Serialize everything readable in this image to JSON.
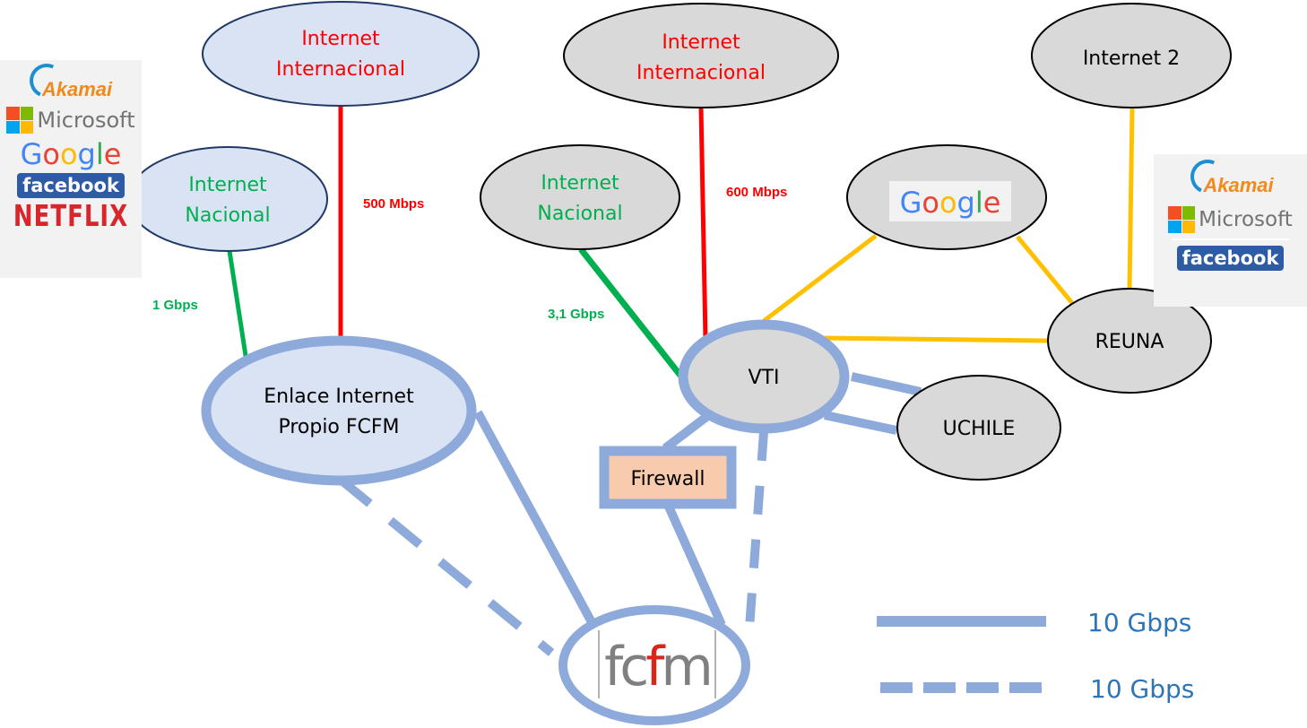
{
  "colors": {
    "link_10g": "#8eaadb",
    "link_international": "#ff0000",
    "link_national": "#00b050",
    "link_academic": "#ffc000",
    "node_fcfm_fill": "#dae3f3",
    "node_gray_fill": "#d9d9d9",
    "node_fcfm_border": "#203864",
    "text_international": "#ff0000",
    "text_national": "#00b050",
    "text_dark": "#000000",
    "legend_text": "#2e75b6",
    "firewall_fill": "#f8cbad"
  },
  "nodes": {
    "intl_left": {
      "line1": "Internet",
      "line2": "Internacional"
    },
    "natl_left": {
      "line1": "Internet",
      "line2": "Nacional"
    },
    "enlace": {
      "line1": "Enlace Internet",
      "line2": "Propio FCFM"
    },
    "intl_right": {
      "line1": "Internet",
      "line2": "Internacional"
    },
    "natl_right": {
      "line1": "Internet",
      "line2": "Nacional"
    },
    "google": {
      "label": "Google"
    },
    "internet2": {
      "label": "Internet 2"
    },
    "reuna": {
      "label": "REUNA"
    },
    "vti": {
      "label": "VTI"
    },
    "uchile": {
      "label": "UCHILE"
    },
    "firewall": {
      "label": "Firewall"
    },
    "fcfm": {
      "part1": "fc",
      "part2": "f",
      "part3": "m"
    }
  },
  "links": {
    "intl_left_bw": "500 Mbps",
    "natl_left_bw": "1 Gbps",
    "intl_right_bw": "600 Mbps",
    "natl_right_bw": "3,1 Gbps"
  },
  "logos_left": {
    "akamai": "Akamai",
    "microsoft": "Microsoft",
    "google": [
      "G",
      "o",
      "o",
      "g",
      "l",
      "e"
    ],
    "facebook": "facebook",
    "netflix": "NETFLIX"
  },
  "logos_right": {
    "akamai": "Akamai",
    "microsoft": "Microsoft",
    "facebook": "facebook"
  },
  "legend": {
    "solid_label": "10 Gbps",
    "dashed_label": "10 Gbps"
  }
}
